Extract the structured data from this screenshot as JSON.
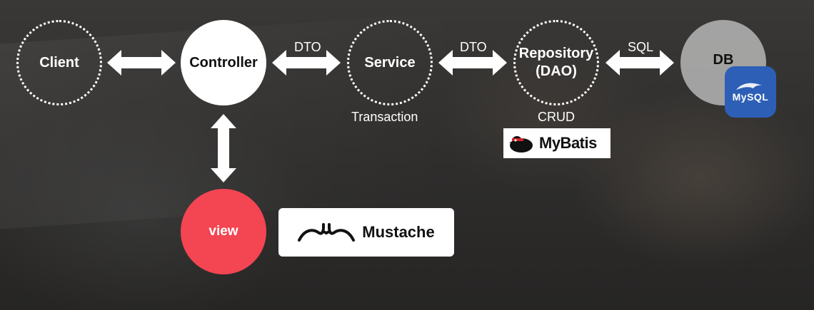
{
  "nodes": {
    "client": "Client",
    "controller": "Controller",
    "service": "Service",
    "repository_line1": "Repository",
    "repository_line2": "(DAO)",
    "db": "DB",
    "view": "view"
  },
  "edge_labels": {
    "controller_service": "DTO",
    "service_repository": "DTO",
    "repository_db": "SQL"
  },
  "annotations": {
    "service": "Transaction",
    "repository": "CRUD"
  },
  "logos": {
    "mybatis": "MyBatis",
    "mustache": "Mustache",
    "mysql": "MySQL"
  },
  "colors": {
    "view_node": "#f44552",
    "mysql_badge": "#2d5fb7",
    "controller_node": "#ffffff"
  }
}
